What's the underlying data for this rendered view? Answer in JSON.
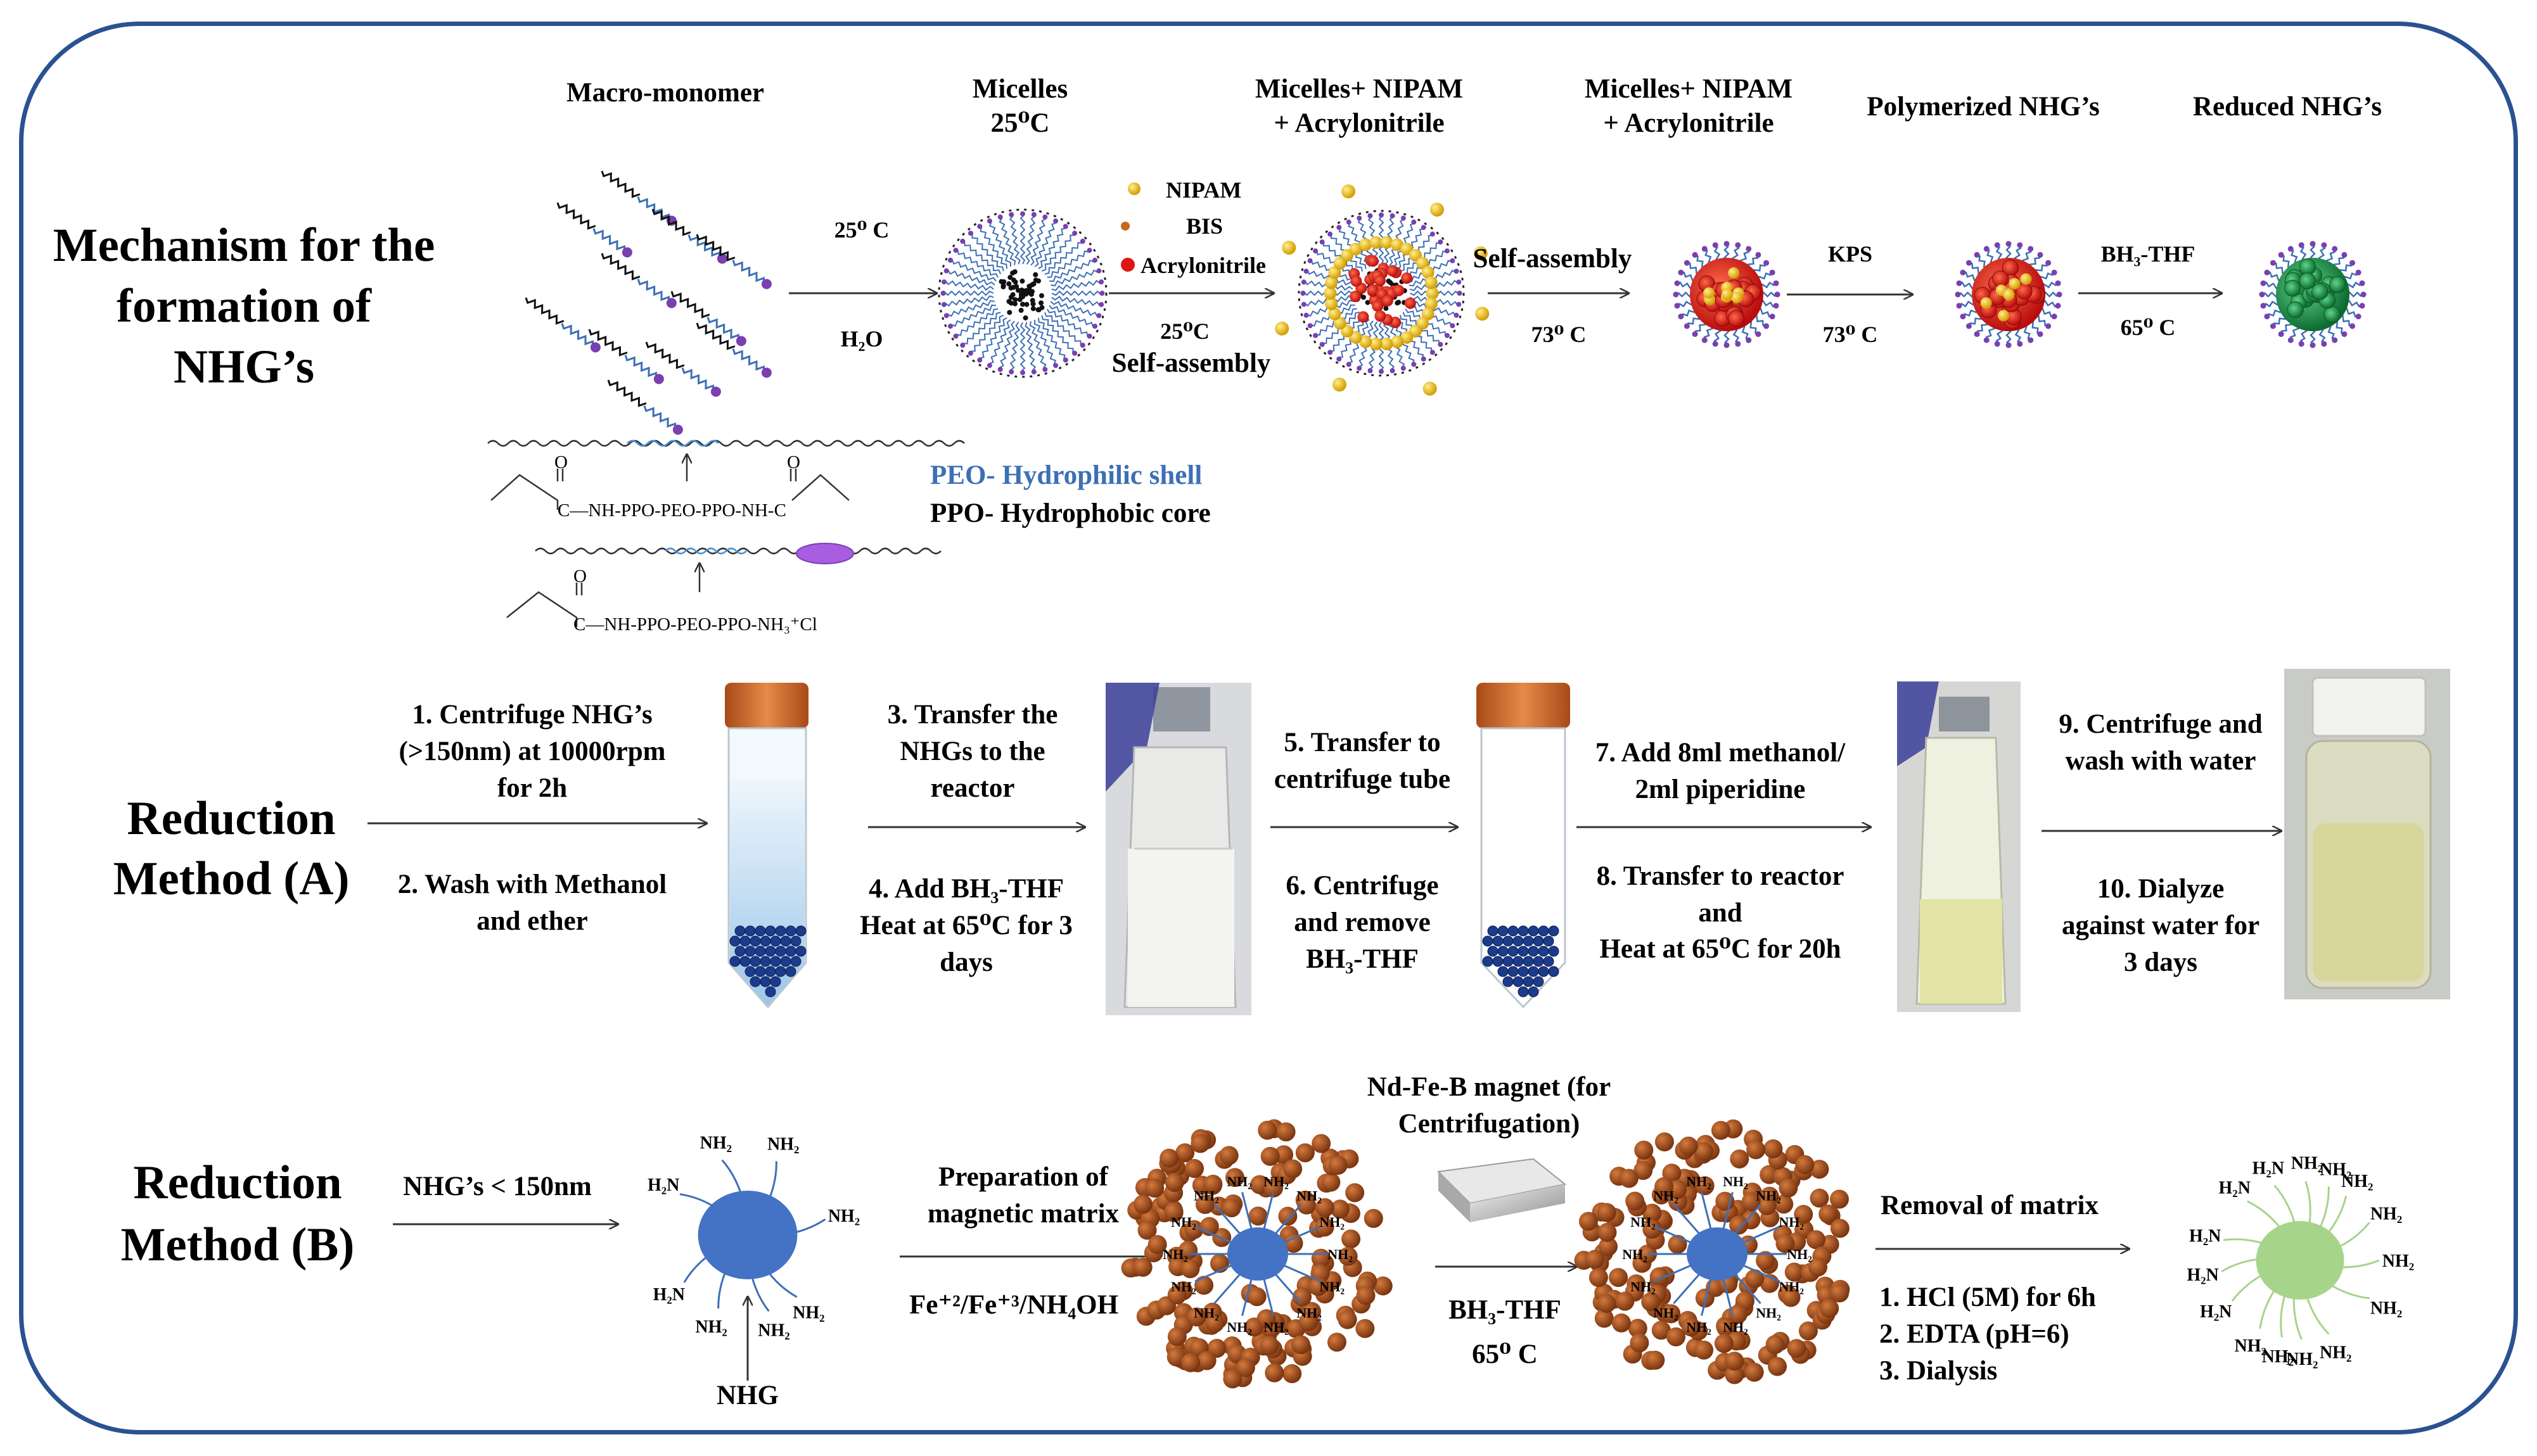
{
  "row1": {
    "section_label": "Mechanism for the formation of NHG’s",
    "headers": {
      "macro_monomer": "Macro-monomer",
      "micelles": "Micelles",
      "micelles_temp": "25⁰C",
      "micelles_nipam_1": "Micelles+ NIPAM",
      "micelles_nipam_1b": "+ Acrylonitrile",
      "micelles_nipam_2": "Micelles+ NIPAM",
      "micelles_nipam_2b": "+ Acrylonitrile",
      "polymerized": "Polymerized NHG’s",
      "reduced": "Reduced NHG’s"
    },
    "step1_top": "25⁰ C",
    "step1_bottom": "H₂O",
    "legend": {
      "nipam": "NIPAM",
      "bis": "BIS",
      "acrylonitrile": "Acrylonitrile"
    },
    "step2_temp": "25⁰C",
    "step2_label": "Self-assembly",
    "step3_label": "Self-assembly",
    "step3_temp": "73⁰ C",
    "step4_top": "KPS",
    "step4_temp": "73⁰ C",
    "step5_top": "BH₃-THF",
    "step5_temp": "65⁰ C",
    "peo_label": "PEO- Hydrophilic shell",
    "ppo_label": "PPO- Hydrophobic core",
    "structure1_chain": "C—NH-PPO-PEO-PPO-NH-C",
    "structure2_chain": "C—NH-PPO-PEO-PPO-NH₃⁺Cl",
    "structure_o": "O"
  },
  "row2": {
    "section_label_1": "Reduction",
    "section_label_2": "Method (A)",
    "step1_2_top": "1.   Centrifuge NHG’s (>150nm) at 10000rpm for 2h",
    "step1_2_bottom": "2. Wash with Methanol and ether",
    "step3_4_top": "3. Transfer the NHGs to the reactor",
    "step3_4_bottom": "4. Add BH₃-THF Heat at 65⁰C for 3 days",
    "step5_6_top": "5. Transfer to centrifuge tube",
    "step5_6_bottom": "6. Centrifuge and remove BH₃-THF",
    "step7_8_top": "7. Add 8ml methanol/ 2ml piperidine",
    "step7_8_bottom_1": "8. Transfer to reactor and",
    "step7_8_bottom_2": "Heat  at 65⁰C for 20h",
    "step9_10_top": "9.  Centrifuge and wash with water",
    "step9_10_bottom": "10. Dialyze against water for 3 days"
  },
  "row3": {
    "section_label_1": "Reduction",
    "section_label_2": "Method (B)",
    "input_label": "NHG’s < 150nm",
    "nhg_label": "NHG",
    "amine": "NH₂",
    "amine_left": "H₂N",
    "step1_top": "Preparation of magnetic matrix",
    "step1_bottom": "Fe⁺²/Fe⁺³/NH₄OH",
    "magnet_label": "Nd-Fe-B magnet (for Centrifugation)",
    "step2_bottom_1": "BH₃-THF",
    "step2_bottom_2": "65⁰ C",
    "step3_top": "Removal of matrix",
    "step3_items": [
      "HCl (5M) for 6h",
      "EDTA (pH=6)",
      "Dialysis"
    ]
  },
  "colors": {
    "frame": "#2a5192",
    "peo": "#3d6fb5",
    "core_blue": "#4472c4",
    "nanoparticle_red": "#e02020",
    "nipam_yellow": "#f2c318",
    "reduced_green": "#1f9a4c",
    "magnetic_brown": "#a8521e",
    "final_green": "#a6d48a",
    "cap_orange": "#d46a28",
    "ligand_purple": "#7a3fb0"
  }
}
